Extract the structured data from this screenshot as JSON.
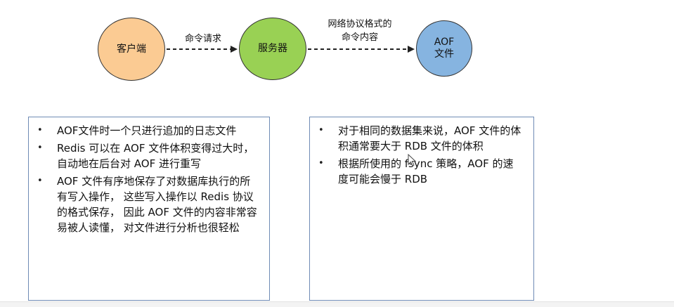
{
  "diagram": {
    "nodes": {
      "client": "客户端",
      "server": "服务器",
      "aof": "AOF\n文件"
    },
    "edges": {
      "client_to_server": "命令请求",
      "server_to_aof": "网络协议格式的\n命令内容"
    },
    "colors": {
      "client_fill": "#fbcb93",
      "server_fill": "#99d154",
      "aof_fill": "#86b4e0",
      "panel_border": "#6f8bb5"
    }
  },
  "left_panel": {
    "items": [
      "AOF文件时一个只进行追加的日志文件",
      "Redis 可以在 AOF 文件体积变得过大时，自动地在后台对 AOF 进行重写",
      "AOF 文件有序地保存了对数据库执行的所有写入操作， 这些写入操作以 Redis 协议的格式保存， 因此 AOF 文件的内容非常容易被人读懂， 对文件进行分析也很轻松"
    ]
  },
  "right_panel": {
    "items": [
      "对于相同的数据集来说，AOF 文件的体积通常要大于 RDB 文件的体积",
      "根据所使用的 fsync 策略，AOF 的速度可能会慢于 RDB"
    ]
  },
  "bullet_char": "•",
  "cursor_icon": "mouse-pointer-icon"
}
